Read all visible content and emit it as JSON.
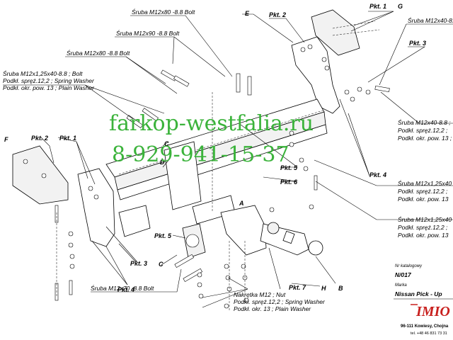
{
  "labels": {
    "bolt_top": "Śruba M12x80 -8.8 Bolt",
    "bolt_90": "Śruba M12x90 -8.8 Bolt",
    "bolt_80_left": "Śruba M12x80 -8.8 Bolt",
    "bolt_left_1": "Śruba M12x1,25x40-8.8 ;  Bolt",
    "bolt_left_2": "Podkł. spręż.12,2 ; Spring Washer",
    "bolt_left_3": "Podkł. okr. pow. 13 ; Plain Washer",
    "bolt_tr": "Śruba M12x40-8.",
    "bolt_r1_1": "Śruba M12x40-8.8 ;",
    "bolt_r1_2": "Podkł. spręż.12,2 ;",
    "bolt_r1_3": "Podkł. okr. pow. 13 ; Plai",
    "bolt_r2_1": "Śruba M12x1,25x40",
    "bolt_r2_2": "Podkł. spręż.12,2 ;",
    "bolt_r2_3": "Podkł. okr. pow. 13",
    "bolt_r3_1": "Śruba M12x1,25x40",
    "bolt_r3_2": "Podkł. spręż.12,2 ;",
    "bolt_r3_3": "Podkł. okr. pow. 13",
    "bolt_70": "Śruba M12x70 -8.8 Bolt",
    "nut_1": "Nakrętka  M12 ; Nut",
    "nut_2": "Podkł. spręż.12,2 ; Spring Washer",
    "nut_3": "Podkł. okr. 13 ; Plain Washer"
  },
  "points": {
    "pkt1_top": "Pkt. 1",
    "pkt2_top": "Pkt. 2",
    "pkt3_right": "Pkt. 3",
    "pkt4_right": "Pkt. 4",
    "pkt2_left": "Pkt. 2",
    "pkt1_left": "Pkt. 1",
    "pkt5_mid": "Pkt. 5",
    "pkt6_mid": "Pkt. 6",
    "pkt5_low": "Pkt. 5",
    "pkt3_left": "Pkt. 3",
    "pkt4_left": "Pkt. 4",
    "pkt7": "Pkt. 7"
  },
  "letters": {
    "E": "E",
    "G": "G",
    "F": "F",
    "C_top": "C",
    "D": "D",
    "A": "A",
    "C_low": "C",
    "H": "H",
    "B": "B"
  },
  "watermark": {
    "site": "farkop-westfalia.ru",
    "phone": "8-929-941-15-37"
  },
  "title_block": {
    "catalog_label": "Nr katalogowy",
    "catalog_value": "N/017",
    "brand_label": "Marka",
    "brand_value": "Nissan Pick - Up",
    "logo": "IMIO",
    "address": "96-111 Kowiesy, Chojna",
    "phone": "tel. +48 46 831 73 31"
  }
}
